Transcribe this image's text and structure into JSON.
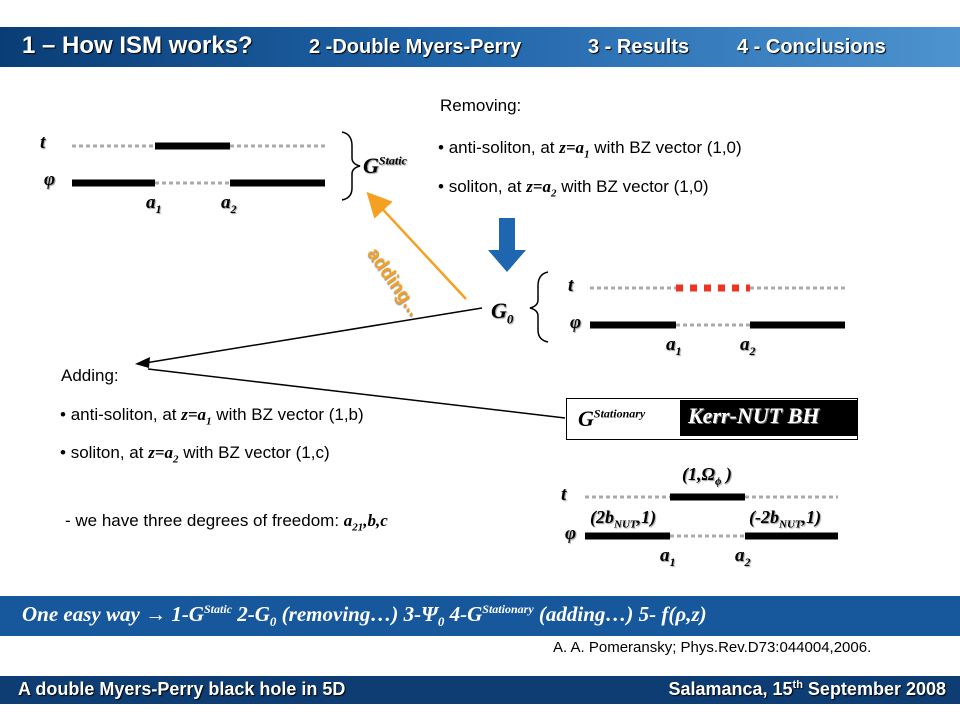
{
  "header": {
    "section1": "1 – How ISM works?",
    "section2": "2 -Double Myers-Perry",
    "section3": "3 - Results",
    "section4": "4 - Conclusions"
  },
  "removing": {
    "title": "Removing:",
    "item1": {
      "a": "anti-soliton, at ",
      "z": "z=a",
      "sub": "1",
      "b": " with BZ vector (1,0)"
    },
    "item2": {
      "a": "soliton, at ",
      "z": "z=a",
      "sub": "2",
      "b": " with BZ vector (1,0)"
    }
  },
  "adding": {
    "title": "Adding:",
    "item1": {
      "a": "anti-soliton, at ",
      "z": "z=a",
      "sub": "1",
      "b": " with BZ vector (1,b)"
    },
    "item2": {
      "a": "soliton, at ",
      "z": "z=a",
      "sub": "2",
      "b": " with BZ vector (1,c)"
    },
    "freedom_prefix": "- we have  three degrees of freedom: ",
    "freedom_a": "a",
    "freedom_sub": "21",
    "freedom_rest": ",b,c",
    "arrow_label": "adding..."
  },
  "diagram_static": {
    "t": "t",
    "phi": "φ",
    "a": "a",
    "sub1": "1",
    "sub2": "2",
    "G": "G",
    "G_sup": "Static"
  },
  "diagram_g0": {
    "t": "t",
    "phi": "φ",
    "a": "a",
    "sub1": "1",
    "sub2": "2",
    "G": "G",
    "G_sub": "0"
  },
  "stationary": {
    "G": "G",
    "G_sup": "Stationary",
    "name": "Kerr-NUT  BH"
  },
  "diagram_stationary": {
    "t": "t",
    "phi": "φ",
    "a": "a",
    "sub1": "1",
    "sub2": "2",
    "vec_top_a": "(1,Ω",
    "vec_top_sub": "ϕ",
    "vec_top_b": " )",
    "vec_left_a": "(2b",
    "vec_left_sub": "NUT",
    "vec_left_b": ",1)",
    "vec_right_a": "(-2b",
    "vec_right_sub": "NUT",
    "vec_right_b": ",1)"
  },
  "summary": {
    "prefix": "One easy way",
    "arrow": "→",
    "s1": " 1-G",
    "s1_sup": "Static",
    "s2": "  2-G",
    "s2_sub": "0",
    "s2_rest": " (removing…)",
    "s3": "  3-Ψ",
    "s3_sub": "0",
    "s4": "   4-G",
    "s4_sup": "Stationary",
    "s4_rest": " (adding…)",
    "s5": "   5- f(ρ,z)"
  },
  "citation": "A. A. Pomeransky; Phys.Rev.D73:044004,2006.",
  "footer": {
    "left": "A double Myers-Perry black hole in 5D",
    "right_a": "Salamanca, 15",
    "right_sup": "th",
    "right_b": " September 2008"
  },
  "colors": {
    "header_dark": "#0a3d75",
    "header_light": "#4d93cf",
    "summary_bar": "#17579b",
    "footer_bar": "#0d3d72",
    "arrow_orange": "#f5a021",
    "down_arrow_blue": "#1f66b0",
    "removed_red": "#ee3322"
  }
}
